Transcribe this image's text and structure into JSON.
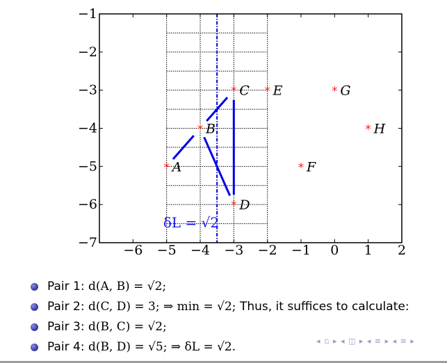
{
  "chart_data": {
    "type": "scatter",
    "xlim": [
      -7,
      2
    ],
    "ylim": [
      -7,
      -1
    ],
    "x_ticks": [
      "−6",
      "−5",
      "−4",
      "−3",
      "−2",
      "−1",
      "0",
      "1",
      "2"
    ],
    "x_tick_values": [
      -6,
      -5,
      -4,
      -3,
      -2,
      -1,
      0,
      1,
      2
    ],
    "y_ticks": [
      "−1",
      "−2",
      "−3",
      "−4",
      "−5",
      "−6",
      "−7"
    ],
    "y_tick_values": [
      -1,
      -2,
      -3,
      -4,
      -5,
      -6,
      -7
    ],
    "points": [
      {
        "label": "A",
        "x": -5,
        "y": -5
      },
      {
        "label": "B",
        "x": -4,
        "y": -4
      },
      {
        "label": "C",
        "x": -3,
        "y": -3
      },
      {
        "label": "D",
        "x": -3,
        "y": -6
      },
      {
        "label": "E",
        "x": -2,
        "y": -3
      },
      {
        "label": "F",
        "x": -1,
        "y": -5
      },
      {
        "label": "G",
        "x": 0,
        "y": -3
      },
      {
        "label": "H",
        "x": 1,
        "y": -4
      }
    ],
    "pair_segments": [
      [
        "A",
        "B"
      ],
      [
        "B",
        "C"
      ],
      [
        "B",
        "D"
      ],
      [
        "C",
        "D"
      ]
    ],
    "dividing_line_x": -3.5,
    "strip": {
      "x_from": -5,
      "x_to": -2
    },
    "strip_grid_step": 0.5,
    "delta_label": "δL = √2",
    "colors": {
      "points": "#ff1a1a",
      "segments": "#0000e6",
      "divider": "#0000cc"
    }
  },
  "bullets": [
    {
      "text": "Pair 1: ",
      "math": "d(A, B) = √2;"
    },
    {
      "text": "Pair 2: ",
      "math": "d(C, D) = 3; ⇒ min = √2; ",
      "tail": "Thus, it suffices to calculate:"
    },
    {
      "text": "Pair 3: ",
      "math": "d(B, C) = √2;"
    },
    {
      "text": "Pair 4: ",
      "math": "d(B, D) = √5; ⇒ δL = √2."
    }
  ],
  "nav_icons": "◂ ▫ ▸ ◂ ◫ ▸ ◂ ≡ ▸ ◂ ≡ ▸"
}
